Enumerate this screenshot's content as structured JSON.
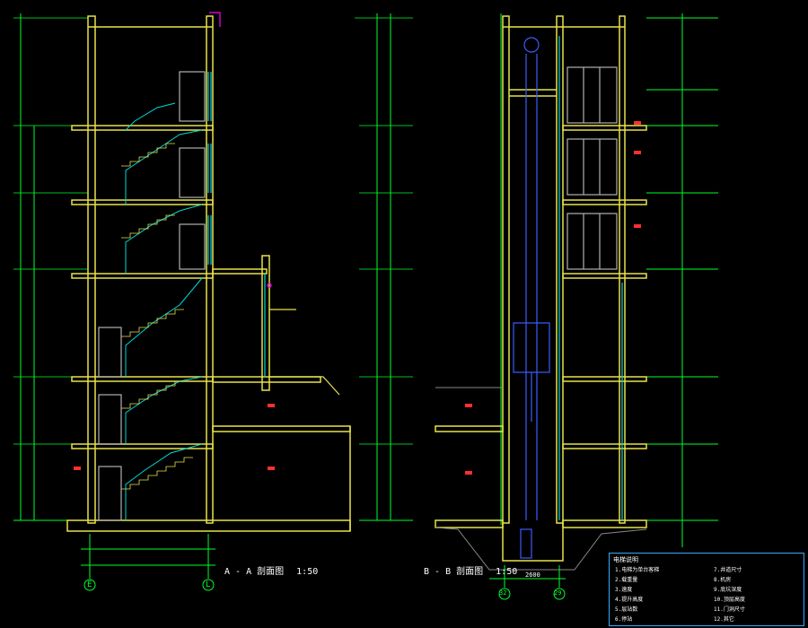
{
  "section_a": {
    "title": "A - A 剖面图",
    "scale": "1:50",
    "axis_left": "E",
    "axis_right": "L"
  },
  "section_b": {
    "title": "B - B 剖面图",
    "scale": "1:50",
    "axis_left": "32",
    "axis_right": "29",
    "dim_bottom": "2600"
  },
  "colors": {
    "wall": "#e8e24a",
    "dim": "#00ff2a",
    "stair": "#00d8d8",
    "elevator": "#3a5cff",
    "door": "#b0b0b0",
    "text": "#ffffff",
    "note": "#33aaff",
    "accent": "#ff00ff",
    "tag": "#ff3030"
  },
  "notes": {
    "header": "电梯说明",
    "left": [
      "1.电梯为单台客梯",
      "2.载重量",
      "3.速度",
      "4.提升高度",
      "5.层站数",
      "6.停站"
    ],
    "right": [
      "7.井道尺寸",
      "8.机房",
      "9.底坑深度",
      "10.顶层高度",
      "11.门洞尺寸",
      "12.其它"
    ]
  },
  "levels_a_right": [
    "",
    "",
    "",
    "",
    "",
    "",
    ""
  ],
  "icons": {
    "section_marker": "circle-axis-icon"
  }
}
